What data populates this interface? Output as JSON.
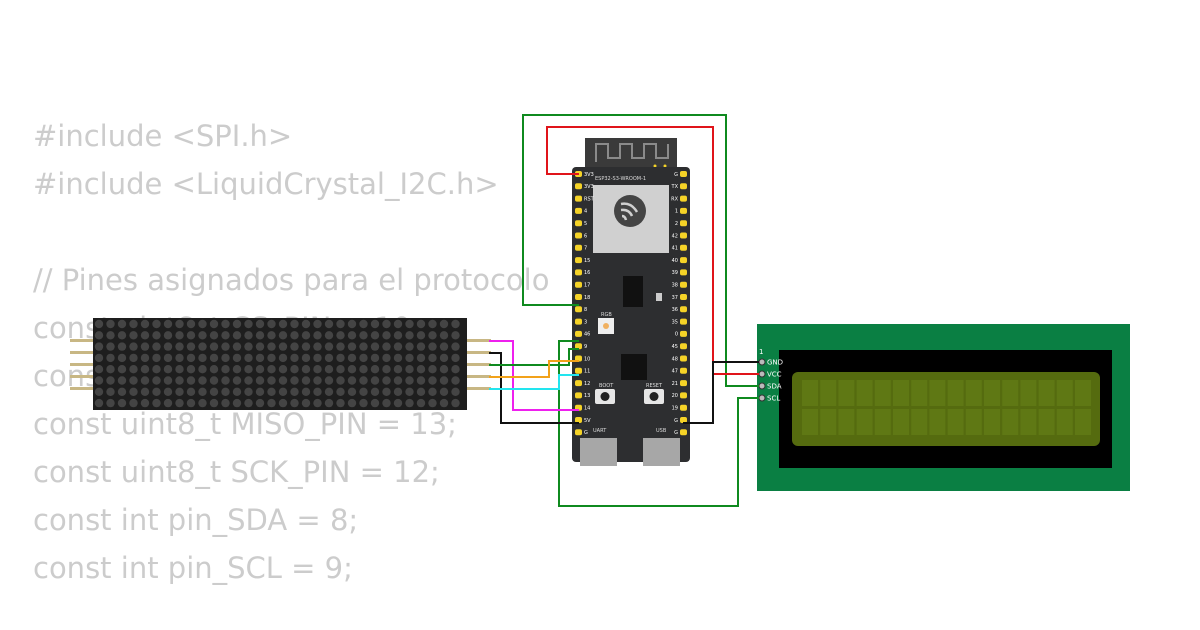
{
  "code": {
    "lines": [
      "#include <SPI.h>",
      "#include <LiquidCrystal_I2C.h>",
      "",
      "// Pines asignados para el protocolo",
      "const uint8_t CS_PIN = 10;",
      "const uint8_t MOSI_PIN = 11;",
      "const uint8_t MISO_PIN = 13;",
      "const uint8_t SCK_PIN = 12;",
      "const int pin_SDA = 8;",
      "const int pin_SCL = 9;"
    ]
  },
  "esp32": {
    "model": "ESP32-S3-WROOM-1",
    "left_pins": [
      "3V3",
      "3V3",
      "RST",
      "4",
      "5",
      "6",
      "7",
      "15",
      "16",
      "17",
      "18",
      "8",
      "3",
      "46",
      "9",
      "10",
      "11",
      "12",
      "13",
      "14",
      "5V",
      "G"
    ],
    "right_pins": [
      "G",
      "TX",
      "RX",
      "1",
      "2",
      "42",
      "41",
      "40",
      "39",
      "38",
      "37",
      "36",
      "35",
      "0",
      "45",
      "48",
      "47",
      "21",
      "20",
      "19",
      "G",
      "G"
    ],
    "rgb_label": "RGB",
    "boot_label": "BOOT",
    "reset_label": "RESET",
    "uart_label": "UART",
    "usb_label": "USB"
  },
  "lcd": {
    "pin_number": "1",
    "pins": [
      "GND",
      "VCC",
      "SDA",
      "SCL"
    ]
  },
  "colors": {
    "code_text": "#cccccc",
    "board": "#2d2e30",
    "pin_gold": "#f5d327",
    "lcd_pcb": "#0a7f43",
    "lcd_screen": "#556b0f",
    "wire_green": "#0f8a1f",
    "wire_red": "#e0141a",
    "wire_black": "#111111",
    "wire_magenta": "#ee20ee",
    "wire_orange": "#f2a21a",
    "wire_cyan": "#22e5ef"
  }
}
